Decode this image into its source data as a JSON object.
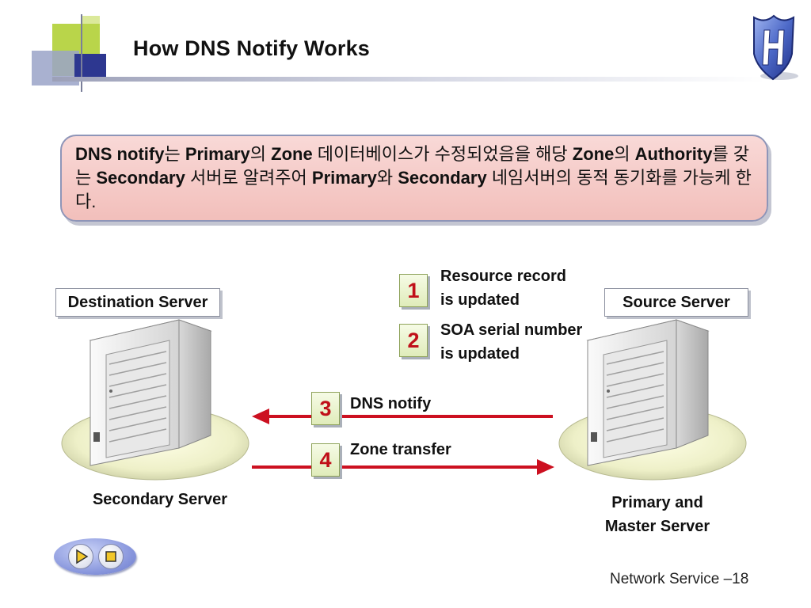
{
  "slide": {
    "title": "How DNS Notify Works",
    "callout": {
      "segments": [
        {
          "text": "DNS notify",
          "bold": true
        },
        {
          "text": "는 ",
          "bold": false
        },
        {
          "text": "Primary",
          "bold": true
        },
        {
          "text": "의 ",
          "bold": false
        },
        {
          "text": "Zone",
          "bold": true
        },
        {
          "text": " 데이터베이스가 수정되었음을 해당 ",
          "bold": false
        },
        {
          "text": "Zone",
          "bold": true
        },
        {
          "text": "의 ",
          "bold": false
        },
        {
          "text": "Authority",
          "bold": true
        },
        {
          "text": "를 갖는 ",
          "bold": false
        },
        {
          "text": "Secondary",
          "bold": true
        },
        {
          "text": " 서버로 알려주어 ",
          "bold": false
        },
        {
          "text": "Primary",
          "bold": true
        },
        {
          "text": "와 ",
          "bold": false
        },
        {
          "text": "Secondary",
          "bold": true
        },
        {
          "text": " 네임서버의 동적 동기화를 가능케 한다.",
          "bold": false
        }
      ]
    },
    "destination_label": "Destination Server",
    "source_label": "Source Server",
    "secondary_caption": "Secondary Server",
    "primary_caption_line1": "Primary and",
    "primary_caption_line2": "Master Server",
    "steps": [
      {
        "num": "1",
        "line1": "Resource record",
        "line2": "is updated"
      },
      {
        "num": "2",
        "line1": "SOA serial number",
        "line2": "is updated"
      },
      {
        "num": "3",
        "line1": "DNS notify",
        "direction": "to-destination"
      },
      {
        "num": "4",
        "line1": "Zone transfer",
        "direction": "to-source"
      }
    ],
    "footer": "Network Service –18",
    "colors": {
      "arrow": "#cc1020",
      "number": "#c0101a",
      "callout_fill": "#f5c9c6",
      "callout_border": "#8e95b8"
    },
    "icons": [
      "server-icon",
      "play-icon",
      "stop-icon",
      "shield-logo-icon"
    ]
  }
}
